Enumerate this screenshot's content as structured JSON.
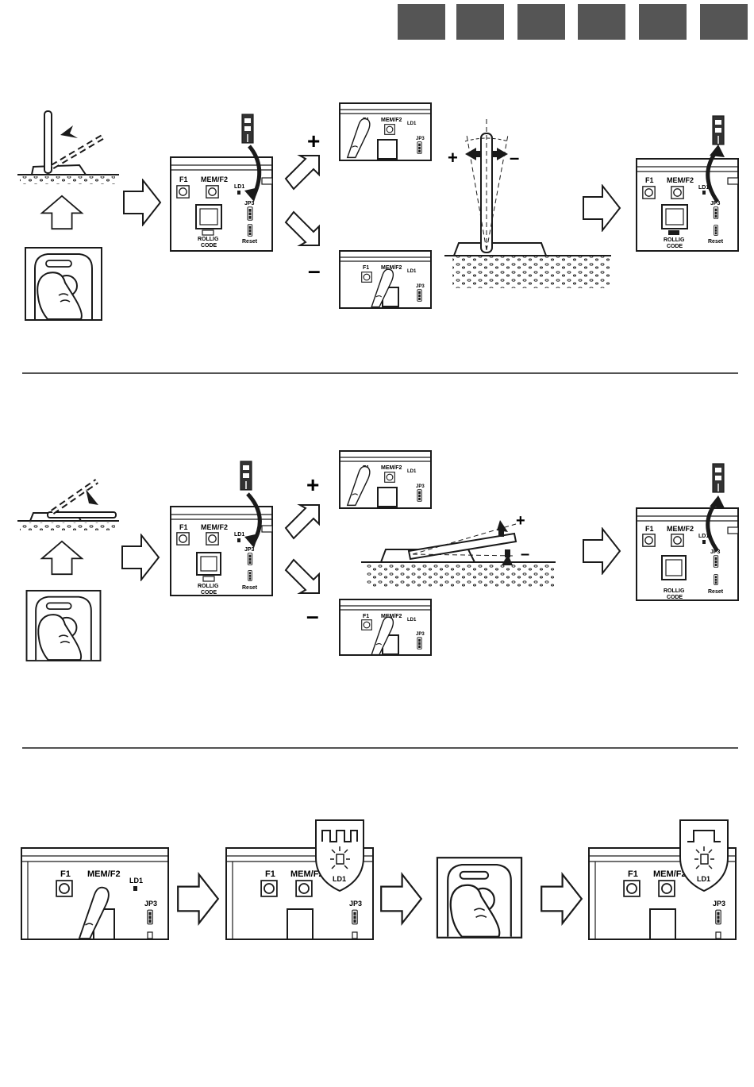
{
  "colors": {
    "ink": "#1a1a1a",
    "tab": "#555555",
    "paper": "#ffffff"
  },
  "board": {
    "f1": "F1",
    "mem": "MEM/F2",
    "ld1": "LD1",
    "jp3": "JP3",
    "rollig": "ROLLIG",
    "code": "CODE",
    "reset": "Reset"
  },
  "signs": {
    "plus": "+",
    "minus": "–"
  },
  "icons": [
    "barrier-arm-icon",
    "remote-control-icon",
    "hand-press-icon",
    "jumper-icon",
    "led-blink-icon",
    "arrow-right-icon",
    "arrow-up-icon"
  ]
}
